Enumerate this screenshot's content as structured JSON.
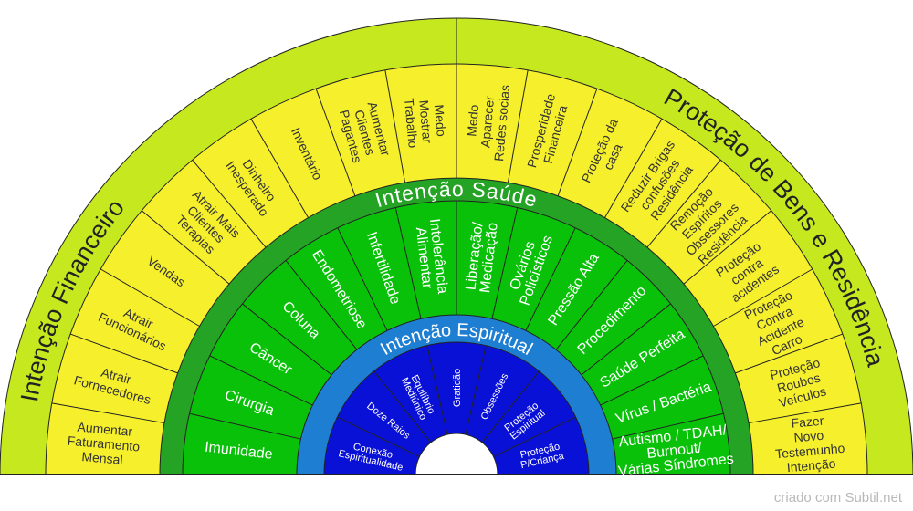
{
  "colors": {
    "outer_band": "#c6e81e",
    "yellow": "#f6f02c",
    "green_band": "#24a324",
    "green": "#0ac10a",
    "blue_band": "#1e7fd2",
    "blue": "#0a11d6",
    "line": "#222222",
    "dark_text": "#333333",
    "light_text": "#ffffff"
  },
  "rings": {
    "outer_title_left": "Intenção Financeiro",
    "outer_title_right": "Proteção de Bens e Residência",
    "middle_title": "Intenção Saúde",
    "inner_title": "Intenção Espiritual"
  },
  "outer_sectors": [
    [
      "Aumentar",
      "Faturamento",
      "Mensal"
    ],
    [
      "Atrair",
      "Fornecedores"
    ],
    [
      "Atrair",
      "Funcionários"
    ],
    [
      "Vendas"
    ],
    [
      "Atrair Mais",
      "Clientes",
      "Terapias"
    ],
    [
      "Dinheiro",
      "Inesperado"
    ],
    [
      "Inventário"
    ],
    [
      "Aumentar",
      "Clientes",
      "Pagantes"
    ],
    [
      "Medo",
      "Mostrar",
      "Trabalho"
    ],
    [
      "Medo",
      "Aparecer",
      "Redes socias"
    ],
    [
      "Prosperidade",
      "Financeira"
    ],
    [
      "Proteção da",
      "casa"
    ],
    [
      "Reduzir Brigas",
      "confusões",
      "Residência"
    ],
    [
      "Remoção",
      "Espíritos",
      "Obsessores",
      "Residência"
    ],
    [
      "Proteção",
      "contra",
      "acidentes"
    ],
    [
      "Proteção",
      "Contra",
      "Acidente",
      "Carro"
    ],
    [
      "Proteção",
      "Roubos",
      "Veículos"
    ],
    [
      "Fazer",
      "Novo",
      "Testemunho",
      "Intenção"
    ]
  ],
  "middle_sectors": [
    [
      "Imunidade"
    ],
    [
      "Cirurgia"
    ],
    [
      "Câncer"
    ],
    [
      "Coluna"
    ],
    [
      "Endometriose"
    ],
    [
      "Infertilidade"
    ],
    [
      "Intolerância",
      "Alimentar"
    ],
    [
      "Liberação/",
      "Medicação"
    ],
    [
      "Ovários",
      "Policísticos"
    ],
    [
      "Pressão Alta"
    ],
    [
      "Procedimento"
    ],
    [
      "Saúde Perfeita"
    ],
    [
      "Vírus / Bactéria"
    ],
    [
      "Autismo / TDAH/",
      "Burnout/",
      "Várias Síndromes"
    ]
  ],
  "inner_sectors": [
    [
      "Conexão",
      "Espiritualidade"
    ],
    [
      "Doze Raios"
    ],
    [
      "Equilíbrio",
      "Mediúnico"
    ],
    [
      "Gratidão"
    ],
    [
      "Obsessões"
    ],
    [
      "Proteção",
      "Espiritual"
    ],
    [
      "Proteção",
      "P/Criança"
    ]
  ],
  "watermark": "criado com Subtil.net"
}
